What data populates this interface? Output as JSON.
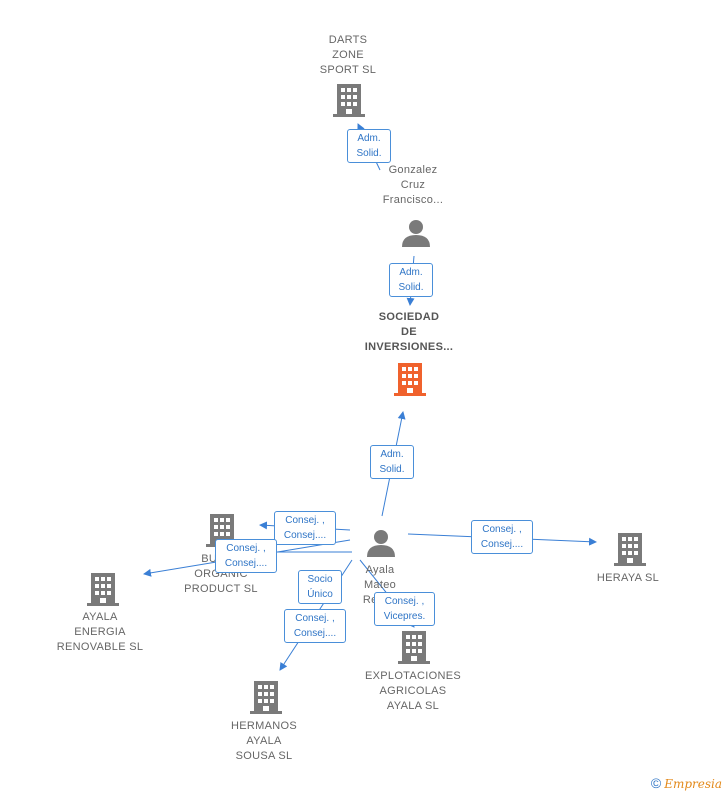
{
  "nodes": {
    "darts": {
      "label": "DARTS\nZONE\nSPORT  SL",
      "icon": "building-icon"
    },
    "gonzalez": {
      "label": "Gonzalez\nCruz\nFrancisco...",
      "icon": "person-icon"
    },
    "sociedad": {
      "label": "SOCIEDAD\nDE\nINVERSIONES...",
      "icon": "building-icon",
      "color": "#f0622d"
    },
    "ayala_mateo": {
      "label": "Ayala\nMateo\nRem...",
      "icon": "person-icon"
    },
    "heraya": {
      "label": "HERAYA SL",
      "icon": "building-icon"
    },
    "bujalance": {
      "label": "BUJA...\nORGANIC\nPRODUCT  SL",
      "icon": "building-icon"
    },
    "ayala_energia": {
      "label": "AYALA\nENERGIA\nRENOVABLE SL",
      "icon": "building-icon"
    },
    "explotaciones": {
      "label": "EXPLOTACIONES\nAGRICOLAS\nAYALA SL",
      "icon": "building-icon"
    },
    "hermanos": {
      "label": "HERMANOS\nAYALA\nSOUSA SL",
      "icon": "building-icon"
    }
  },
  "edges": {
    "gonzalez_darts": "Adm.\nSolid.",
    "gonzalez_sociedad": "Adm.\nSolid.",
    "ayala_sociedad": "Adm.\nSolid.",
    "ayala_heraya": "Consej. ,\nConsej....",
    "ayala_bujalance": "Consej. ,\nConsej....",
    "ayala_energia": "Consej. ,\nConsej....",
    "ayala_socio": "Socio\nÚnico",
    "ayala_explotaciones": "Consej. ,\nVicepres.",
    "ayala_hermanos": "Consej. ,\nConsej...."
  },
  "colors": {
    "node": "#7a7a7a",
    "focus": "#f0622d",
    "edge": "#3a7fd5"
  },
  "footer": {
    "copyright": "©",
    "brand": "Empresia"
  }
}
